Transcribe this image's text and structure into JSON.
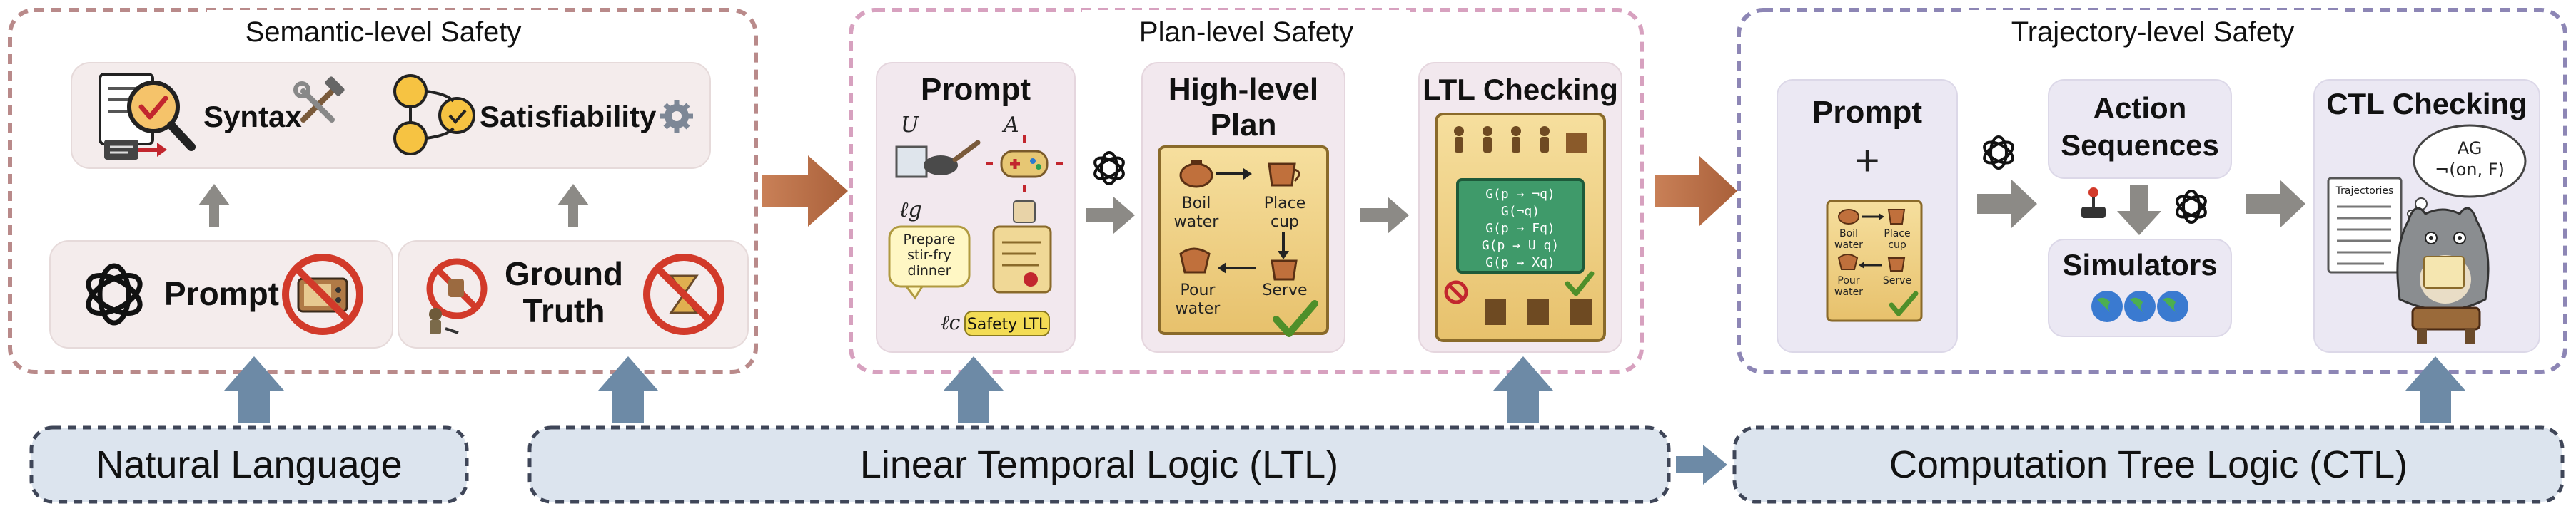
{
  "sections": {
    "semantic": {
      "title": "Semantic-level Safety",
      "syntax_label": "Syntax",
      "satisfiability_label": "Satisfiability",
      "prompt_label": "Prompt",
      "ground_truth_line1": "Ground",
      "ground_truth_line2": "Truth"
    },
    "plan": {
      "title": "Plan-level Safety",
      "prompt_label": "Prompt",
      "prompt_symbol_u": "U",
      "prompt_symbol_a": "A",
      "prompt_symbol_lg": "ℓg",
      "prompt_symbol_lc": "ℓc",
      "prompt_goal_line1": "Prepare",
      "prompt_goal_line2": "stir-fry",
      "prompt_goal_line3": "dinner",
      "safety_ltl_tag": "Safety LTL",
      "highlevel_line1": "High-level",
      "highlevel_line2": "Plan",
      "plan_boil_line1": "Boil",
      "plan_boil_line2": "water",
      "plan_place_line1": "Place",
      "plan_place_line2": "cup",
      "plan_pour_line1": "Pour",
      "plan_pour_line2": "water",
      "plan_serve": "Serve",
      "ltl_checking_label": "LTL Checking",
      "ltl_formulas": [
        "G(p → ¬q)",
        "G(¬q)",
        "G(p → Fq)",
        "G(p → U q)",
        "G(p → Xq)"
      ]
    },
    "trajectory": {
      "title": "Trajectory-level Safety",
      "prompt_label": "Prompt",
      "plus": "+",
      "mini_boil_line1": "Boil",
      "mini_boil_line2": "water",
      "mini_place_line1": "Place",
      "mini_place_line2": "cup",
      "mini_pour_line1": "Pour",
      "mini_pour_line2": "water",
      "mini_serve": "Serve",
      "action_line1": "Action",
      "action_line2": "Sequences",
      "simulators_label": "Simulators",
      "ctl_checking_label": "CTL Checking",
      "ctl_formula_line1": "AG",
      "ctl_formula_line2": "¬(on, F)",
      "trajectories_label": "Trajectories"
    }
  },
  "bottom": {
    "natural_language": "Natural Language",
    "ltl": "Linear Temporal Logic (LTL)",
    "ctl": "Computation Tree Logic (CTL)"
  },
  "colors": {
    "semantic_border": "#b98a8a",
    "plan_border": "#d7a1bf",
    "trajectory_border": "#8d86b5",
    "box_fill": "#f4ecec",
    "plan_box_fill": "#f2e8ee",
    "traj_box_fill": "#ebe8f3",
    "bottom_fill": "#dce4ee",
    "bottom_border": "#3f4658",
    "up_arrow": "#6d8aa6",
    "gray_arrow": "#8c8a86",
    "brown_arrow": "#bd6f48"
  }
}
